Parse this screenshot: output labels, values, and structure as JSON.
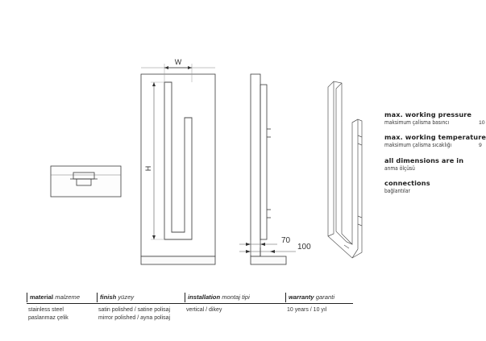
{
  "drawing": {
    "width_label": "W",
    "height_label": "H",
    "dim_a": "70",
    "dim_b": "100"
  },
  "specs": [
    {
      "title": "max. working pressure",
      "subtitle": "maksimum çalisma basıncı",
      "value": "10"
    },
    {
      "title": "max. working temperature",
      "subtitle": "maksimum çalisma sıcaklığı",
      "value": "9"
    },
    {
      "title": "all dimensions are in",
      "subtitle": "anma ölçüsü",
      "value": ""
    },
    {
      "title": "connections",
      "subtitle": "bağlantılar",
      "value": ""
    }
  ],
  "table": {
    "headers": [
      {
        "bold": "material",
        "italic": "malzeme"
      },
      {
        "bold": "finish",
        "italic": "yüzey"
      },
      {
        "bold": "installation",
        "italic": "montaj tipi"
      },
      {
        "bold": "warranty",
        "italic": "garanti"
      }
    ],
    "cells": [
      [
        "stainless steel",
        "paslanmaz çelik"
      ],
      [
        "satin polished / satine polisaj",
        "mirror polished / ayna polisaj"
      ],
      [
        "vertical / dikey",
        ""
      ],
      [
        "10 years / 10 yıl",
        ""
      ]
    ]
  }
}
